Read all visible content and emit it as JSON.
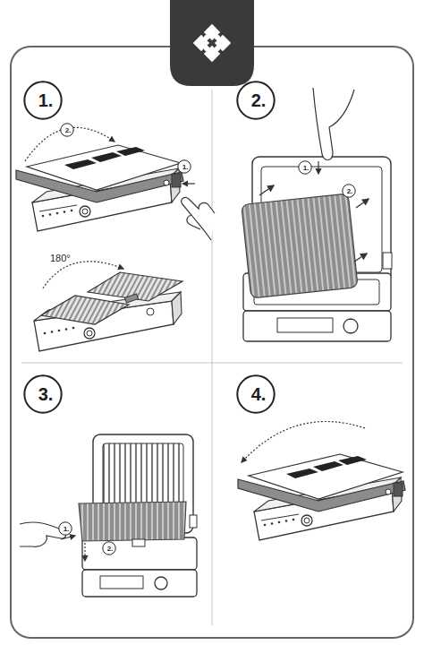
{
  "diagram": {
    "nodes": [
      {
        "text": [
          "1."
        ]
      },
      {
        "text": [
          "2."
        ]
      },
      {
        "text": [
          "1."
        ]
      },
      {
        "text": [
          "2."
        ]
      },
      {
        "text": [
          "1."
        ]
      },
      {
        "text": [
          "2."
        ]
      },
      {
        "text": [
          "3."
        ]
      },
      {
        "text": [
          "1."
        ]
      },
      {
        "text": [
          "2."
        ]
      },
      {
        "text": [
          "4."
        ]
      }
    ],
    "labels": [
      "180°"
    ]
  }
}
